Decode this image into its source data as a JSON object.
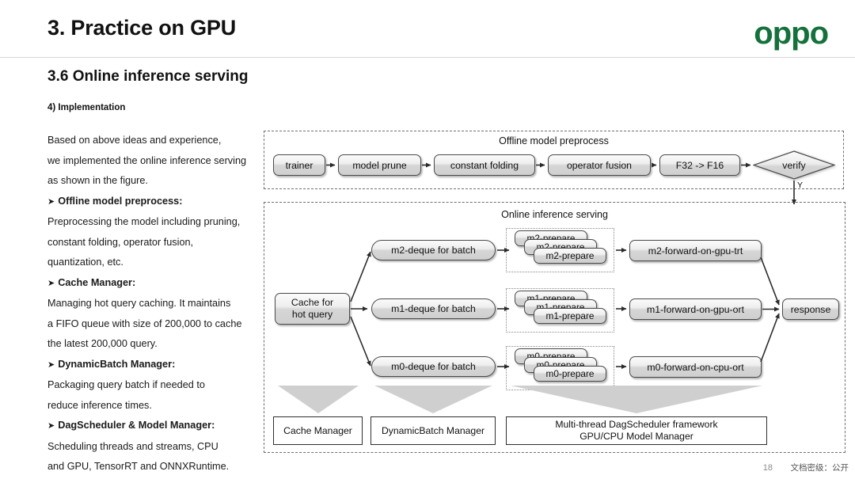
{
  "header": {
    "title": "3. Practice on GPU",
    "logo_text": "oppo",
    "logo_color": "#14713b"
  },
  "section": {
    "title": "3.6 Online inference serving",
    "subsection": "4) Implementation"
  },
  "body_text": {
    "intro_line1": "Based on above ideas and experience,",
    "intro_line2": "we implemented the online inference serving",
    "intro_line3": "as shown in the figure.",
    "b1_arrow": "➤",
    "b1_head": "Offline model preprocess:",
    "b1_line1": "Preprocessing the model including pruning,",
    "b1_line2": "constant folding, operator fusion,",
    "b1_line3": "quantization, etc.",
    "b2_arrow": "➤",
    "b2_head": "Cache Manager:",
    "b2_line1": "Managing hot query caching. It maintains",
    "b2_line2": "a FIFO queue with size of 200,000 to cache",
    "b2_line3": "the latest 200,000 query.",
    "b3_arrow": "➤",
    "b3_head": "DynamicBatch Manager",
    "b3_head_tail": ":",
    "b3_line1": "Packaging query batch if needed to",
    "b3_line2": "reduce inference times.",
    "b4_arrow": "➤",
    "b4_head": "DagScheduler & Model Manager",
    "b4_head_tail": ":",
    "b4_line1": "Scheduling threads and streams, CPU",
    "b4_line2": "and GPU, TensorRT and ONNXRuntime."
  },
  "offline": {
    "caption": "Offline model preprocess",
    "nodes": [
      {
        "label": "trainer"
      },
      {
        "label": "model prune"
      },
      {
        "label": "constant folding"
      },
      {
        "label": "operator fusion"
      },
      {
        "label": "F32 -> F16"
      }
    ],
    "decision": "verify",
    "decision_edge_label": "Y"
  },
  "online": {
    "caption": "Online inference serving",
    "cache_node_line1": "Cache for",
    "cache_node_line2": "hot query",
    "response_node": "response",
    "rows": [
      {
        "deque": "m2-deque for batch",
        "prepare": [
          "m2-prepare",
          "m2-prepare",
          "m2-prepare"
        ],
        "forward": "m2-forward-on-gpu-trt"
      },
      {
        "deque": "m1-deque for batch",
        "prepare": [
          "m1-prepare",
          "m1-prepare",
          "m1-prepare"
        ],
        "forward": "m1-forward-on-gpu-ort"
      },
      {
        "deque": "m0-deque for batch",
        "prepare": [
          "m0-prepare",
          "m0-prepare",
          "m0-prepare"
        ],
        "forward": "m0-forward-on-cpu-ort"
      }
    ],
    "managers": [
      {
        "line1": "Cache Manager",
        "line2": ""
      },
      {
        "line1": "DynamicBatch Manager",
        "line2": ""
      },
      {
        "line1": "Multi-thread DagScheduler framework",
        "line2": "GPU/CPU Model Manager"
      }
    ]
  },
  "footer": {
    "page_number": "18",
    "confidential": "文档密级：公开"
  }
}
